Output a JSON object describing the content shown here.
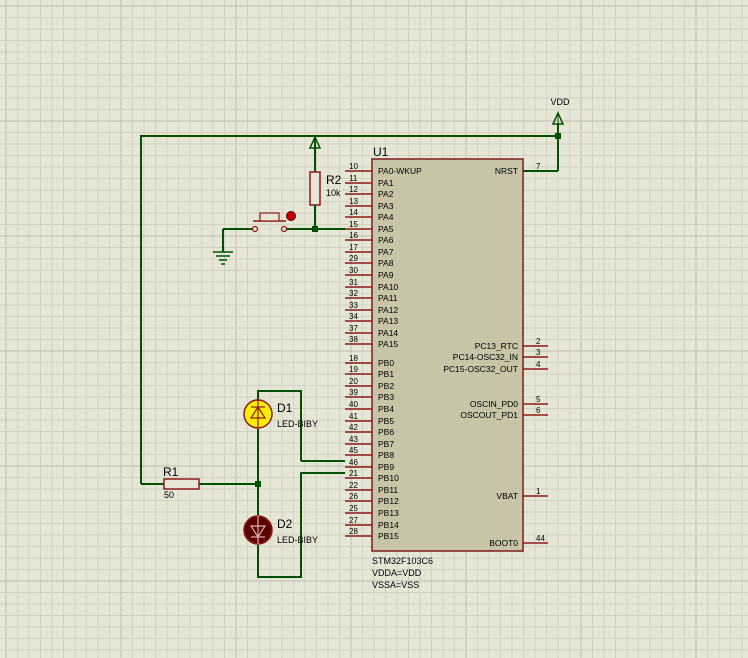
{
  "colors": {
    "background": "#e6e6d7",
    "grid_minor": "#d2d2c2",
    "grid_major": "#bdbdac",
    "wire": "#005000",
    "pin": "#8b1a1a",
    "chip_fill": "#c8c4a8",
    "chip_border": "#7a1f1f",
    "text": "#000000",
    "led_yellow": "#ffee00",
    "led_red": "#5a0000",
    "button_red": "#c00000"
  },
  "power": {
    "vdd_label": "VDD"
  },
  "u1": {
    "ref": "U1",
    "part": "STM32F103C6",
    "note_vdda": "VDDA=VDD",
    "note_vssa": "VSSA=VSS",
    "left_pins": [
      {
        "num": "10",
        "name": "PA0-WKUP"
      },
      {
        "num": "11",
        "name": "PA1"
      },
      {
        "num": "12",
        "name": "PA2"
      },
      {
        "num": "13",
        "name": "PA3"
      },
      {
        "num": "14",
        "name": "PA4"
      },
      {
        "num": "15",
        "name": "PA5"
      },
      {
        "num": "16",
        "name": "PA6"
      },
      {
        "num": "17",
        "name": "PA7"
      },
      {
        "num": "29",
        "name": "PA8"
      },
      {
        "num": "30",
        "name": "PA9"
      },
      {
        "num": "31",
        "name": "PA10"
      },
      {
        "num": "32",
        "name": "PA11"
      },
      {
        "num": "33",
        "name": "PA12"
      },
      {
        "num": "34",
        "name": "PA13"
      },
      {
        "num": "37",
        "name": "PA14"
      },
      {
        "num": "38",
        "name": "PA15"
      },
      {
        "num": "18",
        "name": "PB0"
      },
      {
        "num": "19",
        "name": "PB1"
      },
      {
        "num": "20",
        "name": "PB2"
      },
      {
        "num": "39",
        "name": "PB3"
      },
      {
        "num": "40",
        "name": "PB4"
      },
      {
        "num": "41",
        "name": "PB5"
      },
      {
        "num": "42",
        "name": "PB6"
      },
      {
        "num": "43",
        "name": "PB7"
      },
      {
        "num": "45",
        "name": "PB8"
      },
      {
        "num": "46",
        "name": "PB9"
      },
      {
        "num": "21",
        "name": "PB10"
      },
      {
        "num": "22",
        "name": "PB11"
      },
      {
        "num": "26",
        "name": "PB12"
      },
      {
        "num": "25",
        "name": "PB13"
      },
      {
        "num": "27",
        "name": "PB14"
      },
      {
        "num": "28",
        "name": "PB15"
      }
    ],
    "right_pins": [
      {
        "num": "7",
        "name": "NRST"
      },
      {
        "num": "2",
        "name": "PC13_RTC"
      },
      {
        "num": "3",
        "name": "PC14-OSC32_IN"
      },
      {
        "num": "4",
        "name": "PC15-OSC32_OUT"
      },
      {
        "num": "5",
        "name": "OSCIN_PD0"
      },
      {
        "num": "6",
        "name": "OSCOUT_PD1"
      },
      {
        "num": "1",
        "name": "VBAT"
      },
      {
        "num": "44",
        "name": "BOOT0"
      }
    ]
  },
  "r1": {
    "ref": "R1",
    "value": "50"
  },
  "r2": {
    "ref": "R2",
    "value": "10k"
  },
  "d1": {
    "ref": "D1",
    "part": "LED-BIBY"
  },
  "d2": {
    "ref": "D2",
    "part": "LED-BIBY"
  }
}
